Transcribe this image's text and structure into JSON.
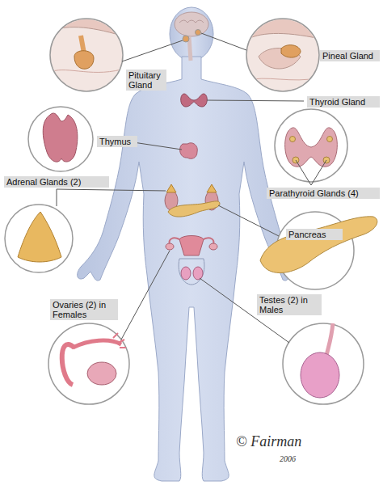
{
  "diagram": {
    "labels": [
      "Pituitary Gland",
      "Pineal Gland",
      "Thyroid Gland",
      "Thymus",
      "Adrenal Glands (2)",
      "Parathyroid Glands (4)",
      "Pancreas",
      "Ovaries (2) in Females",
      "Testes (2) in Males",
      "© Fairman",
      "2006"
    ]
  }
}
